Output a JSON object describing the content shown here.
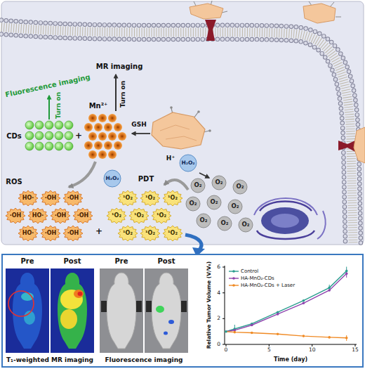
{
  "diagram": {
    "nodes": [
      {
        "text": [
          "H₂O₂"
        ]
      },
      {
        "text": [
          "H₂O₂"
        ]
      },
      {
        "text": [
          "O₂"
        ]
      },
      {
        "text": [
          "O₂"
        ]
      },
      {
        "text": [
          "O₂"
        ]
      },
      {
        "text": [
          "O₂"
        ]
      },
      {
        "text": [
          "O₂"
        ]
      },
      {
        "text": [
          "O₂"
        ]
      },
      {
        "text": [
          "O₂"
        ]
      },
      {
        "text": [
          "O₂"
        ]
      },
      {
        "text": [
          "O₂"
        ]
      },
      {
        "text": [
          "HO·"
        ]
      },
      {
        "text": [
          "·OH"
        ]
      },
      {
        "text": [
          "·OH"
        ]
      },
      {
        "text": [
          "·OH"
        ]
      },
      {
        "text": [
          "HO·"
        ]
      },
      {
        "text": [
          "·OH"
        ]
      },
      {
        "text": [
          "·OH"
        ]
      },
      {
        "text": [
          "HO·"
        ]
      },
      {
        "text": [
          "·OH"
        ]
      },
      {
        "text": [
          "·OH"
        ]
      },
      {
        "text": [
          "¹O₂"
        ]
      },
      {
        "text": [
          "¹O₂"
        ]
      },
      {
        "text": [
          "¹O₂"
        ]
      },
      {
        "text": [
          "¹O₂"
        ]
      },
      {
        "text": [
          "¹O₂"
        ]
      },
      {
        "text": [
          "¹O₂"
        ]
      },
      {
        "text": [
          "¹O₂"
        ]
      },
      {
        "text": [
          "¹O₂"
        ]
      },
      {
        "text": [
          "¹O₂"
        ]
      },
      {
        "text": [
          "Pre"
        ]
      },
      {
        "text": [
          "Post"
        ]
      },
      {
        "text": [
          "Pre"
        ]
      },
      {
        "text": [
          "Post"
        ]
      }
    ],
    "labels": [
      "Fluorescence imaging",
      "Turn on",
      "MR imaging",
      "Turn on",
      "Mn²⁺",
      "CDs",
      "+",
      "GSH",
      "H⁺",
      "PDT",
      "ROS",
      "+",
      "T₁-weighted MR imaging",
      "Fluorescence imaging",
      "Relative Tumor Volume (V/V₀)",
      "Time (day)",
      "0",
      "2",
      "4",
      "6",
      "0",
      "5",
      "10",
      "15"
    ],
    "legend": [
      {
        "text": "Control"
      },
      {
        "text": "HA-MnO₂-CDs"
      },
      {
        "text": "HA-MnO₂-CDs + Laser"
      }
    ]
  }
}
